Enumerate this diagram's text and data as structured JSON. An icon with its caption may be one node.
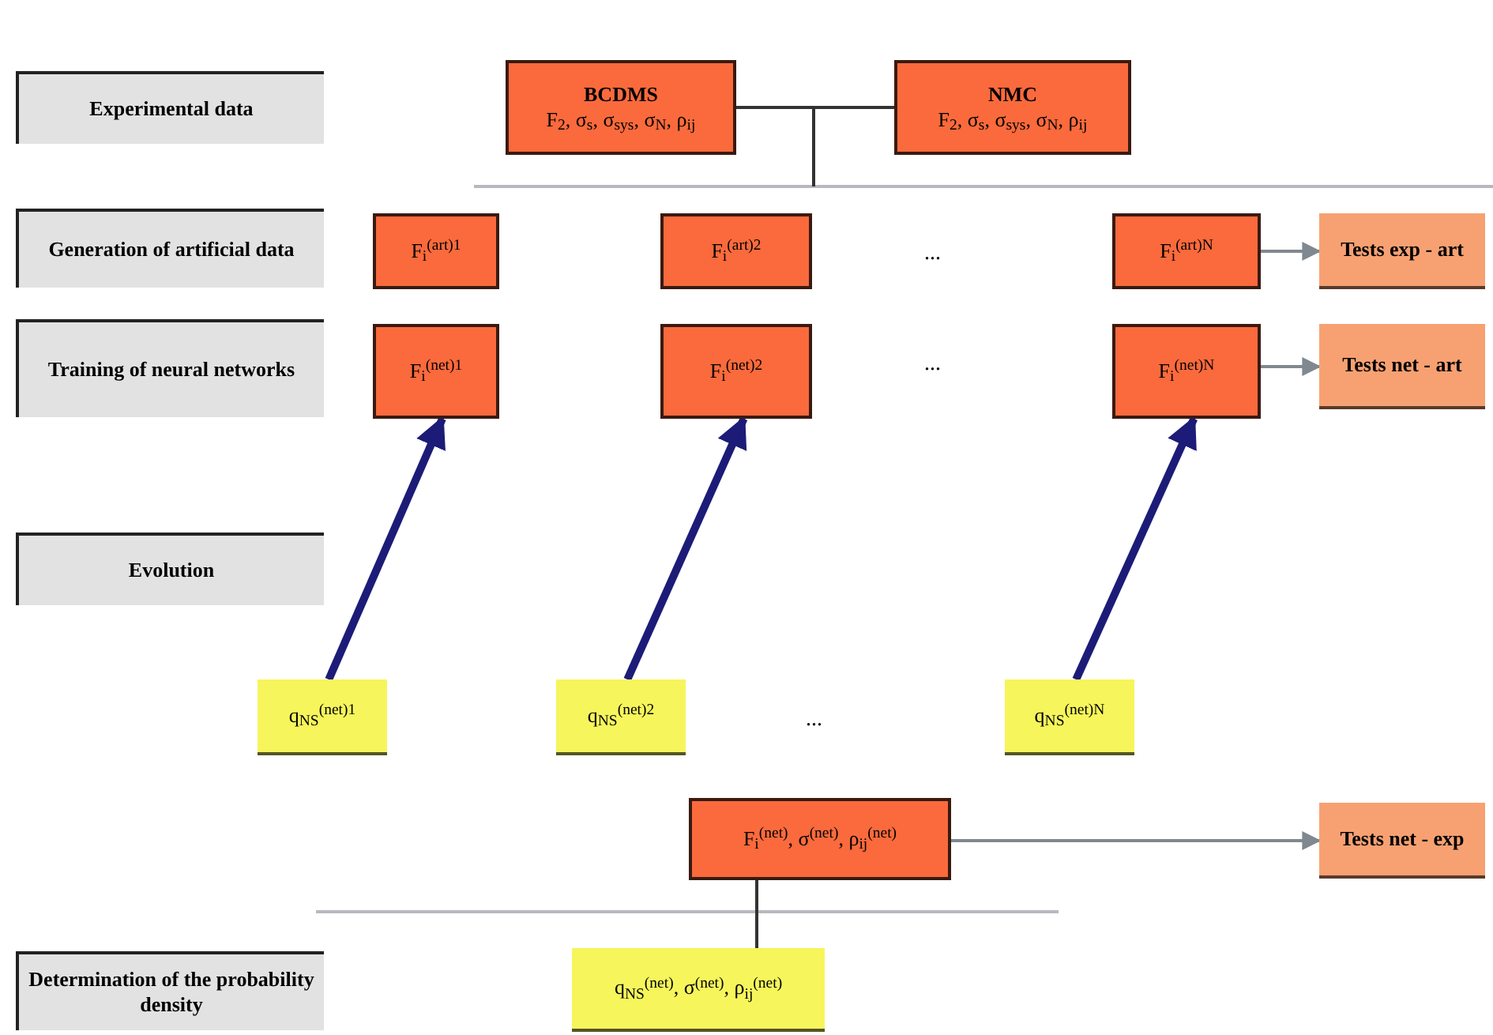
{
  "diagram": {
    "nodes": [
      {
        "text": [
          "Experimental data"
        ]
      },
      {
        "text": [
          "BCDMS",
          "F$_{2}$, σ$_{s}$, σ$_{sys}$, σ$_{N}$, ρ$_{ij}$"
        ]
      },
      {
        "text": [
          "NMC",
          "F$_{2}$, σ$_{s}$, σ$_{sys}$, σ$_{N}$, ρ$_{ij}$"
        ]
      },
      {
        "text": [
          "Generation of artificial data"
        ]
      },
      {
        "text": [
          "F$_{i}$$^{(art)1}$"
        ]
      },
      {
        "text": [
          "F$_{i}$$^{(art)2}$"
        ]
      },
      {
        "text": [
          "F$_{i}$$^{(art)N}$"
        ]
      },
      {
        "text": [
          "Tests exp - art"
        ]
      },
      {
        "text": [
          "Training of neural networks"
        ]
      },
      {
        "text": [
          "F$_{i}$$^{(net)1}$"
        ]
      },
      {
        "text": [
          "F$_{i}$$^{(net)2}$"
        ]
      },
      {
        "text": [
          "F$_{i}$$^{(net)N}$"
        ]
      },
      {
        "text": [
          "Tests net - art"
        ]
      },
      {
        "text": [
          "Evolution"
        ]
      },
      {
        "text": [
          "q$_{NS}$$^{(net)1}$"
        ]
      },
      {
        "text": [
          "q$_{NS}$$^{(net)2}$"
        ]
      },
      {
        "text": [
          "q$_{NS}$$^{(net)N}$"
        ]
      },
      {
        "text": [
          "F$_{i}$$^{(net)}$, σ$^{(net)}$, ρ$_{ij}$$^{(net)}$"
        ]
      },
      {
        "text": [
          "Tests net - exp"
        ]
      },
      {
        "text": [
          "Determination of the probability density"
        ]
      },
      {
        "text": [
          "q$_{NS}$$^{(net)}$, σ$^{(net)}$, ρ$_{ij}$$^{(net)}$"
        ]
      }
    ],
    "edges": [
      {
        "from": 1,
        "to": 2,
        "arrow": "none",
        "color": "#333333"
      },
      {
        "from": 6,
        "to": 7,
        "arrow": "to"
      },
      {
        "from": 11,
        "to": 12,
        "arrow": "to"
      },
      {
        "from": 14,
        "to": 9,
        "arrow": "to",
        "style": "thick",
        "color": "#1c1c78"
      },
      {
        "from": 15,
        "to": 10,
        "arrow": "to",
        "style": "thick",
        "color": "#1c1c78"
      },
      {
        "from": 16,
        "to": 11,
        "arrow": "to",
        "style": "thick",
        "color": "#1c1c78"
      },
      {
        "from": 17,
        "to": 18,
        "arrow": "to"
      },
      {
        "from": 17,
        "to": 20,
        "arrow": "none",
        "color": "#333333"
      }
    ],
    "labels": [
      "...",
      "...",
      "..."
    ]
  }
}
